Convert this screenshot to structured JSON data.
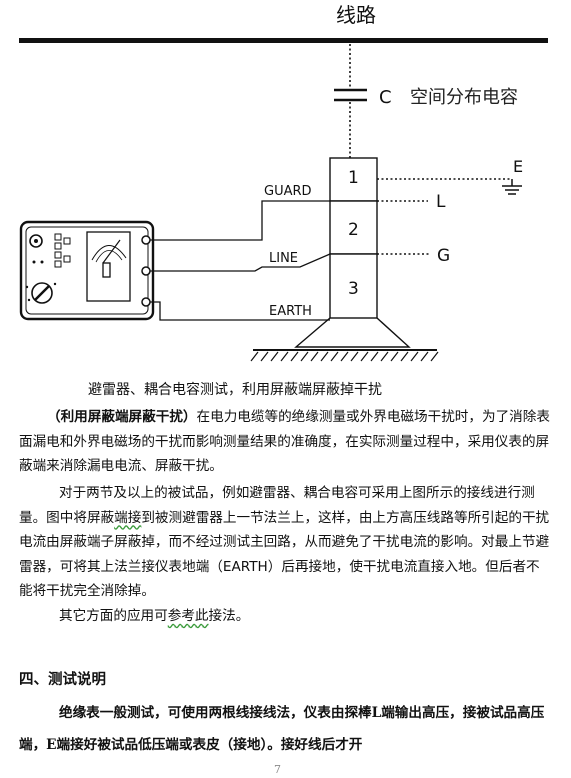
{
  "diagram": {
    "line_label": "线路",
    "cap_letter": "C",
    "cap_label": "空间分布电容",
    "ground_label": "E",
    "guard": "GUARD",
    "line": "LINE",
    "earth": "EARTH",
    "sec1": "1",
    "sec2": "2",
    "sec3": "3",
    "L": "L",
    "G": "G"
  },
  "caption": "避雷器、耦合电容测试，利用屏蔽端屏蔽掉干扰",
  "p1": {
    "bold": "（利用屏蔽端屏蔽干扰）",
    "text": "在电力电缆等的绝缘测量或外界电磁场干扰时，为了消除表面漏电和外界电磁场的干扰而影响测量结果的准确度，在实际测量过程中，采用仪表的屏蔽端来消除漏电电流、屏蔽干扰。"
  },
  "p2": {
    "a": "对于两节及以上的被试品，例如避雷器、耦合电容可采用上图所示的接线进行测量。图中将屏蔽",
    "b": "端接",
    "c": "到被测避雷器上一节法兰上，这样，由上方高压线路等所引起的干扰电流由屏蔽端子屏蔽掉，而不经过测试主回路，从而避免了干扰电流的影响。对最上节避雷器，可将其上法兰接仪表地端（EARTH）后再接地，使干扰电流直接入地。但后者不能将干扰完全消除掉。"
  },
  "p3": {
    "a": "其它方面的应用可",
    "b": "参考此",
    "c": "接法。"
  },
  "section_title": "四、测试说明",
  "p4": "绝缘表一般测试，可使用两根线接线法，仪表由探棒L端输出高压，接被试品高压端，E端接好被试品低压端或表皮（接地）。接好线后才开",
  "page_number": "7"
}
